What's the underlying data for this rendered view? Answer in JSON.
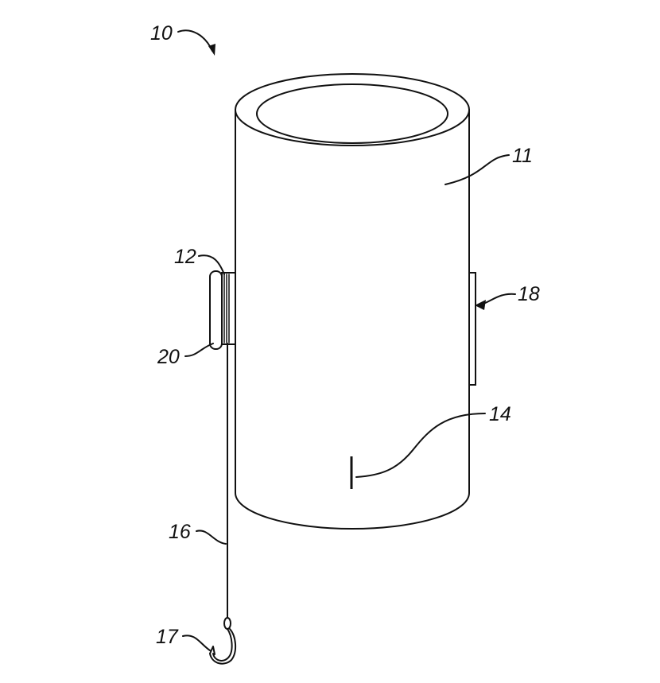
{
  "figure": {
    "labels": {
      "device": "10",
      "container": "11",
      "line_attachment": "12",
      "marking": "14",
      "fishing_line": "16",
      "hook": "17",
      "side_strip": "18",
      "line_holder": "20"
    }
  }
}
